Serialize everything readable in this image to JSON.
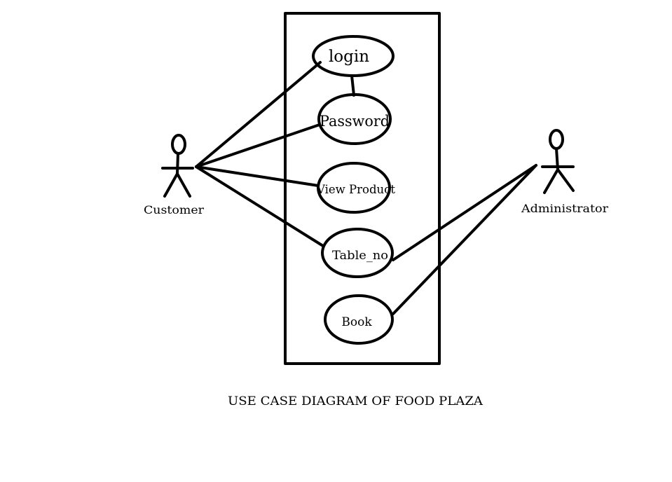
{
  "diagram": {
    "title": "USE CASE DIAGRAM OF FOOD PLAZA",
    "actors": {
      "customer": "Customer",
      "administrator": "Administrator"
    },
    "use_cases": {
      "login": "login",
      "password": "Password",
      "view_product": "View Product",
      "table_no": "Table_no",
      "book": "Book"
    },
    "colors": {
      "stroke": "#000000",
      "background": "#ffffff"
    }
  }
}
